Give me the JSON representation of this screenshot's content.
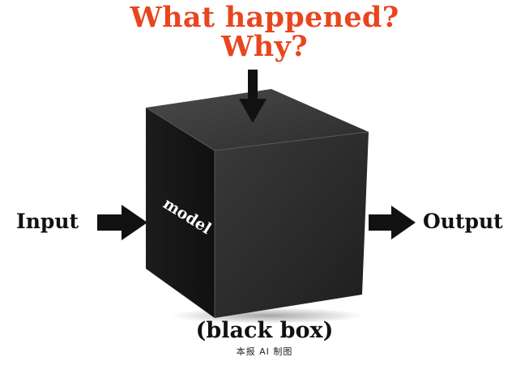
{
  "title": {
    "line1": "What happened?",
    "line2": "Why?"
  },
  "input_label": "Input",
  "output_label": "Output",
  "model_label": "model",
  "box_label": "(black box)",
  "caption": "本报 AI 制图",
  "colors": {
    "title": "#e8461f",
    "text": "#111111",
    "cube_front": "#2a2a2a",
    "cube_top": "#3a3a3a",
    "cube_side": "#1a1a1a",
    "arrow": "#111111"
  },
  "icons": [
    "arrow-right-icon",
    "arrow-down-icon",
    "cube-icon"
  ]
}
